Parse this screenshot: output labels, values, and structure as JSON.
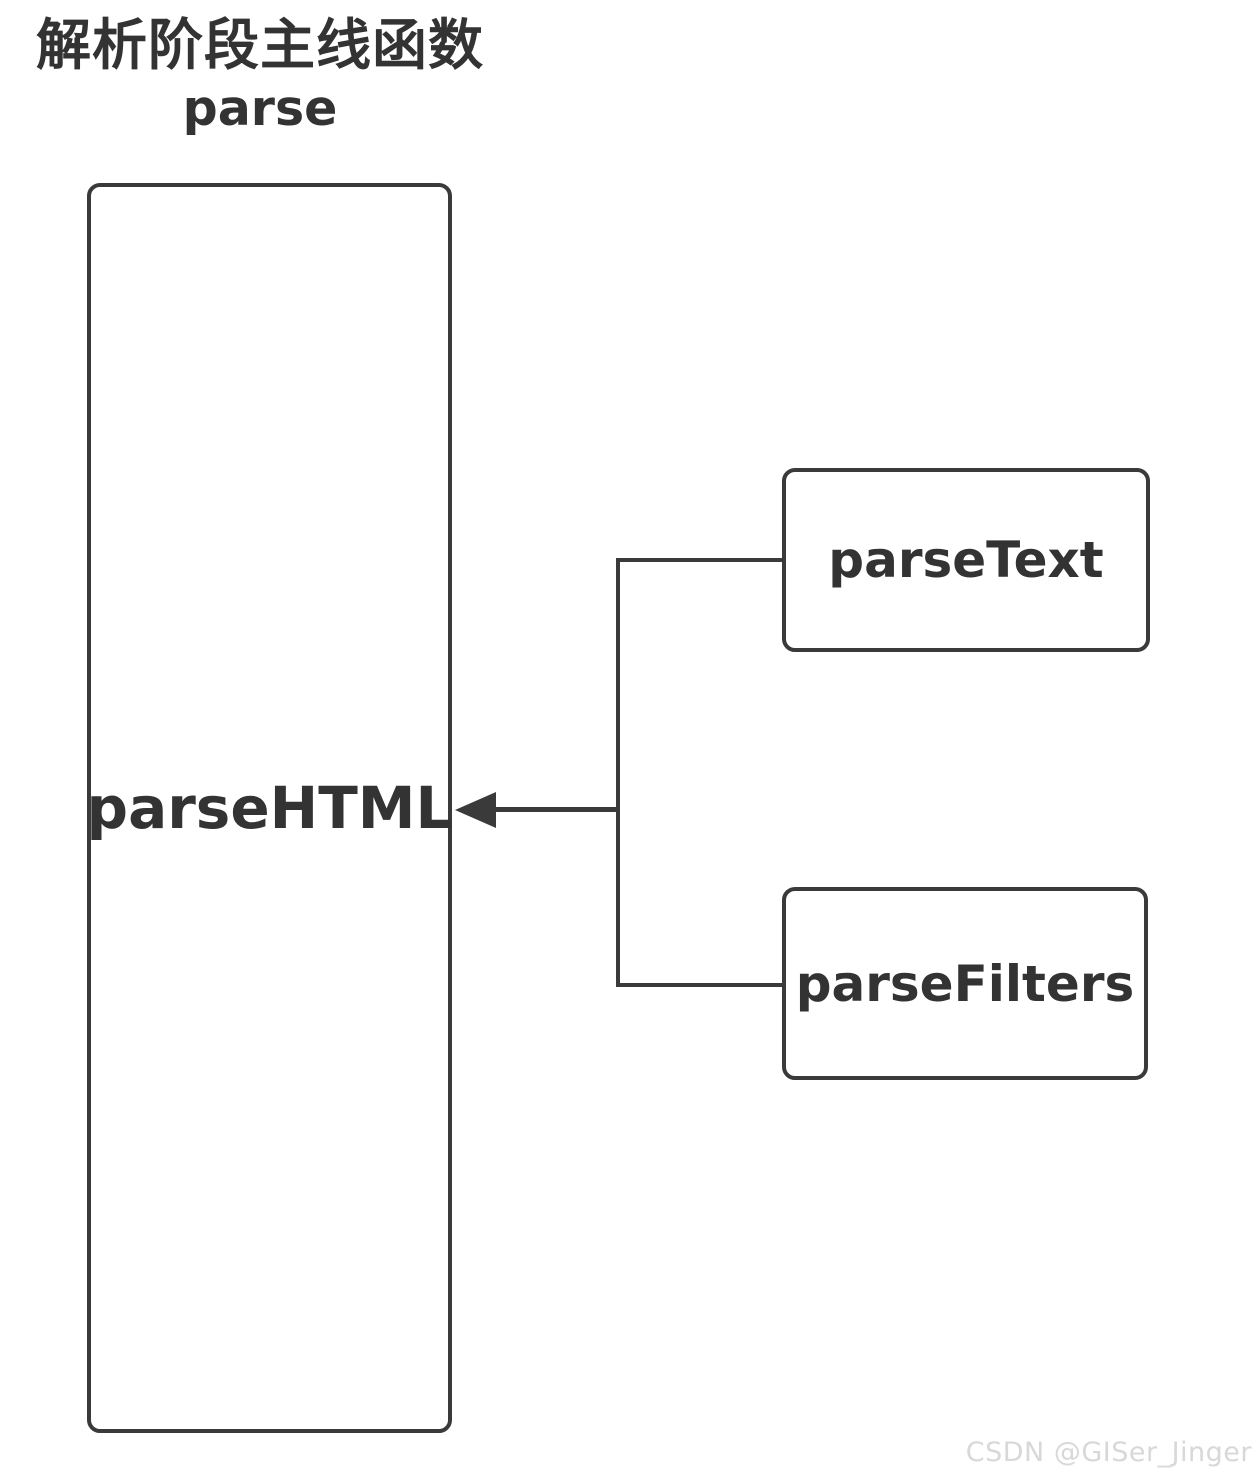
{
  "title": {
    "line1": "解析阶段主线函数",
    "line2": "parse"
  },
  "diagram": {
    "type": "flowchart",
    "main_node": {
      "label": "parseHTML"
    },
    "child_nodes": [
      {
        "label": "parseText"
      },
      {
        "label": "parseFilters"
      }
    ],
    "edges": [
      {
        "from": "parseText",
        "to": "parseHTML",
        "style": "elbow",
        "arrowhead": "none-at-source"
      },
      {
        "from": "parseFilters",
        "to": "parseHTML",
        "style": "elbow",
        "arrowhead": "none-at-source"
      },
      {
        "from": "junction",
        "to": "parseHTML",
        "style": "straight",
        "arrowhead": "left"
      }
    ]
  },
  "watermark": {
    "text": "CSDN @GISer_Jinger"
  },
  "colors": {
    "stroke": "#3a3a3a",
    "text": "#333333",
    "watermark": "#d8d8d8",
    "background": "#ffffff"
  }
}
